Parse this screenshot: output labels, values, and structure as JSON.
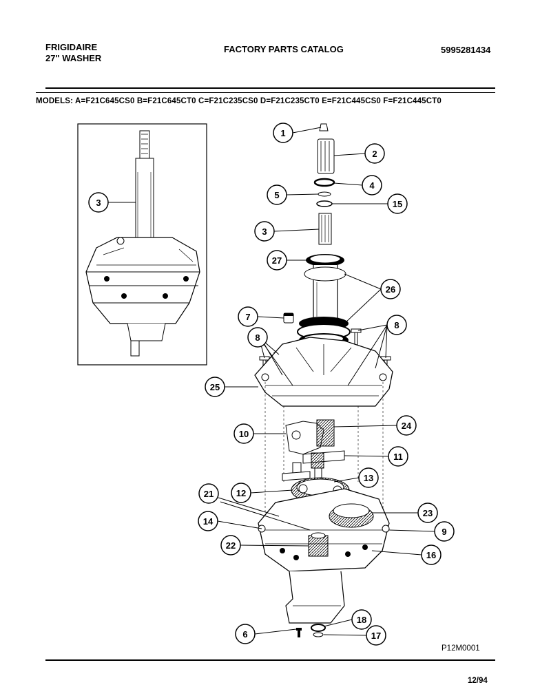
{
  "header": {
    "brand": "FRIGIDAIRE",
    "product": "27\" WASHER",
    "catalog_title": "FACTORY PARTS CATALOG",
    "catalog_number": "5995281434"
  },
  "models_line": "MODELS: A=F21C645CS0 B=F21C645CT0 C=F21C235CS0 D=F21C235CT0 E=F21C445CS0 F=F21C445CT0",
  "callouts": [
    {
      "label": "1"
    },
    {
      "label": "2"
    },
    {
      "label": "4"
    },
    {
      "label": "5"
    },
    {
      "label": "15"
    },
    {
      "label": "3"
    },
    {
      "label": "27"
    },
    {
      "label": "26"
    },
    {
      "label": "7"
    },
    {
      "label": "8"
    },
    {
      "label": "8"
    },
    {
      "label": "25"
    },
    {
      "label": "10"
    },
    {
      "label": "24"
    },
    {
      "label": "11"
    },
    {
      "label": "12"
    },
    {
      "label": "13"
    },
    {
      "label": "21"
    },
    {
      "label": "23"
    },
    {
      "label": "14"
    },
    {
      "label": "9"
    },
    {
      "label": "22"
    },
    {
      "label": "16"
    },
    {
      "label": "18"
    },
    {
      "label": "6"
    },
    {
      "label": "17"
    },
    {
      "label": "3"
    }
  ],
  "drawing_code": "P12M0001",
  "date_code": "12/94"
}
